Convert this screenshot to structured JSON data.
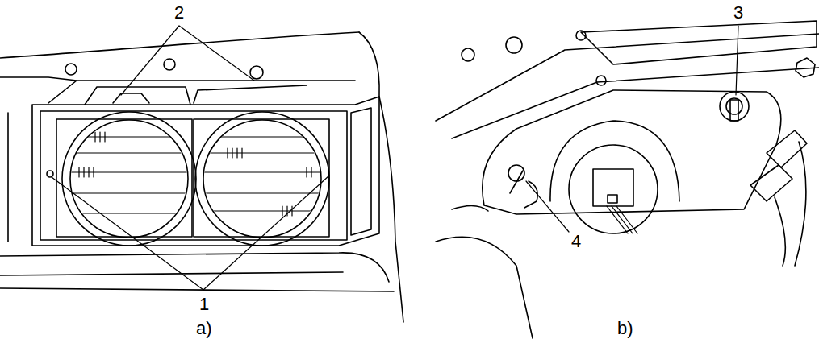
{
  "diagram": {
    "labels": [
      "2",
      "1",
      "3",
      "4",
      "a)",
      "b)"
    ]
  }
}
